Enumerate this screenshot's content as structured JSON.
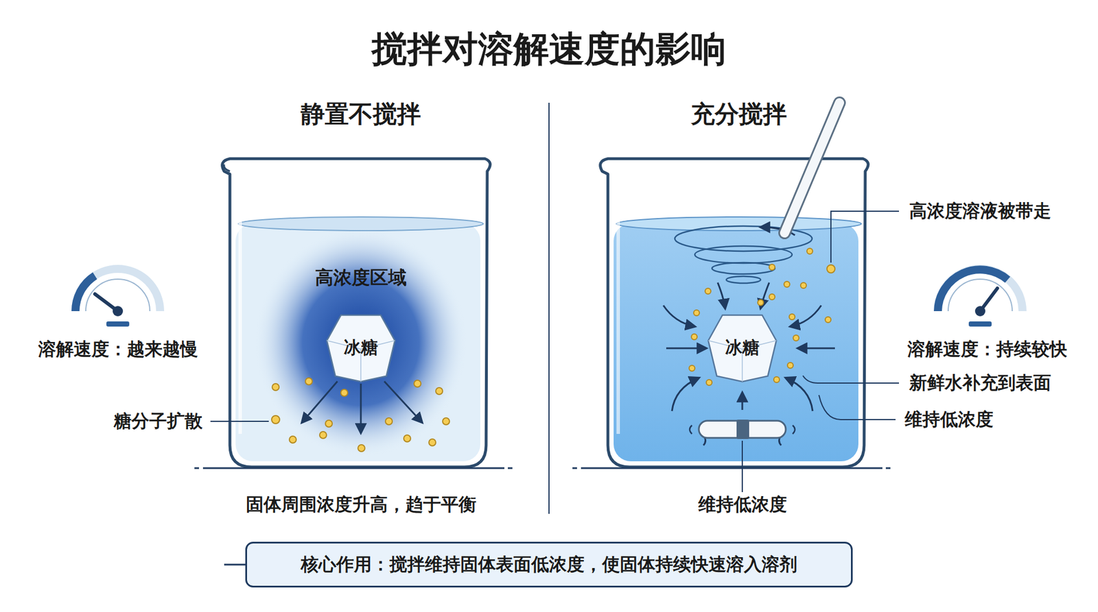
{
  "diagram": {
    "title": "搅拌对溶解速度的影响",
    "nodes": [
      {
        "text": [
          "冰糖"
        ]
      },
      {
        "text": [
          "冰糖"
        ]
      },
      {
        "text": [
          "核心作用：搅拌维持固体表面低浓度，使固体持续快速溶入溶剂"
        ]
      }
    ],
    "labels": [
      "静置不搅拌",
      "充分搅拌",
      "高浓度区域",
      "溶解速度：越来越慢",
      "糖分子扩散",
      "固体周围浓度升高，趋于平衡",
      "高浓度溶液被带走",
      "溶解速度：持续较快",
      "新鲜水补充到表面",
      "维持低浓度",
      "维持低浓度"
    ]
  }
}
